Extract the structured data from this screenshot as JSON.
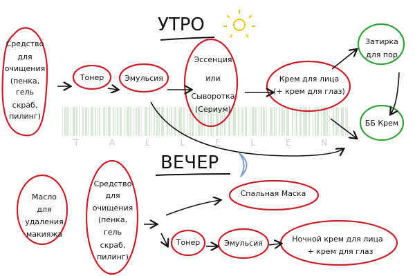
{
  "morning": {
    "title": "УТРО",
    "cleanser": [
      "Средство",
      "для",
      "очищения",
      "(пенка,",
      "гель",
      "скраб,",
      "пилинг)"
    ],
    "toner": "Тонер",
    "emulsion": "Эмульсия",
    "essence": [
      "Эссенция",
      "или",
      "Сыворотка",
      "(Сериум)"
    ],
    "face_cream": [
      "Крем для лица",
      "(+ крем для глаз)"
    ],
    "pore_primer": [
      "Затирка",
      "для пор"
    ],
    "bb_cream": "ББ Крем"
  },
  "evening": {
    "title": "ВЕЧЕР",
    "makeup_oil": [
      "Масло",
      "для",
      "удаления",
      "макияжа"
    ],
    "cleanser": [
      "Средство",
      "для",
      "очищения",
      "(пенка,",
      "гель",
      "скраб,",
      "пилинг)"
    ],
    "sleeping_mask": "Спальная  Маска",
    "toner": "Тонер",
    "emulsion": "Эмульсия",
    "night_cream": [
      "Ночной крем для лица",
      "+ крем для  глаз"
    ]
  },
  "watermark": "T A L L E L E N",
  "colors": {
    "step": "#c8202a",
    "optional": "#33a03a",
    "sun": "#f0c419",
    "moon": "#7a9cc8"
  }
}
